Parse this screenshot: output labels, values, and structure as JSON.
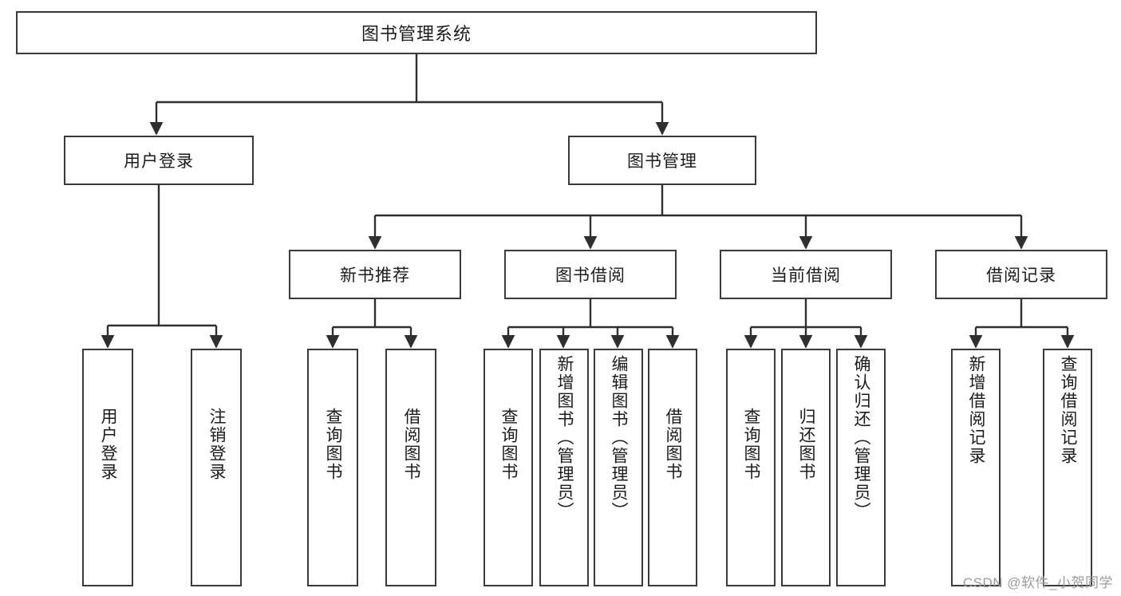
{
  "diagram": {
    "title": "图书管理系统",
    "type": "tree-hierarchy-chart",
    "watermark": "CSDN @软件_小贺同学",
    "colors": {
      "box_border": "#3a3a3a",
      "box_fill": "#ffffff",
      "connector": "#2f2f2f",
      "text": "#1b1b1b",
      "watermark": "#9a9a9a",
      "background": "#ffffff"
    },
    "root": {
      "label": "图书管理系统"
    },
    "level2": [
      {
        "label": "用户登录"
      },
      {
        "label": "图书管理"
      }
    ],
    "level3": [
      {
        "label": "新书推荐"
      },
      {
        "label": "图书借阅"
      },
      {
        "label": "当前借阅"
      },
      {
        "label": "借阅记录"
      }
    ],
    "leaves": {
      "user_login": [
        {
          "label": "用户登录"
        },
        {
          "label": "注销登录"
        }
      ],
      "new_book_recommend": [
        {
          "label": "查询图书"
        },
        {
          "label": "借阅图书"
        }
      ],
      "book_borrow": [
        {
          "label": "查询图书"
        },
        {
          "label": "新增图书（管理员）"
        },
        {
          "label": "编辑图书（管理员）"
        },
        {
          "label": "借阅图书"
        }
      ],
      "current_borrow": [
        {
          "label": "查询图书"
        },
        {
          "label": "归还图书"
        },
        {
          "label": "确认归还（管理员）"
        }
      ],
      "borrow_record": [
        {
          "label": "新增借阅记录"
        },
        {
          "label": "查询借阅记录"
        }
      ]
    }
  }
}
